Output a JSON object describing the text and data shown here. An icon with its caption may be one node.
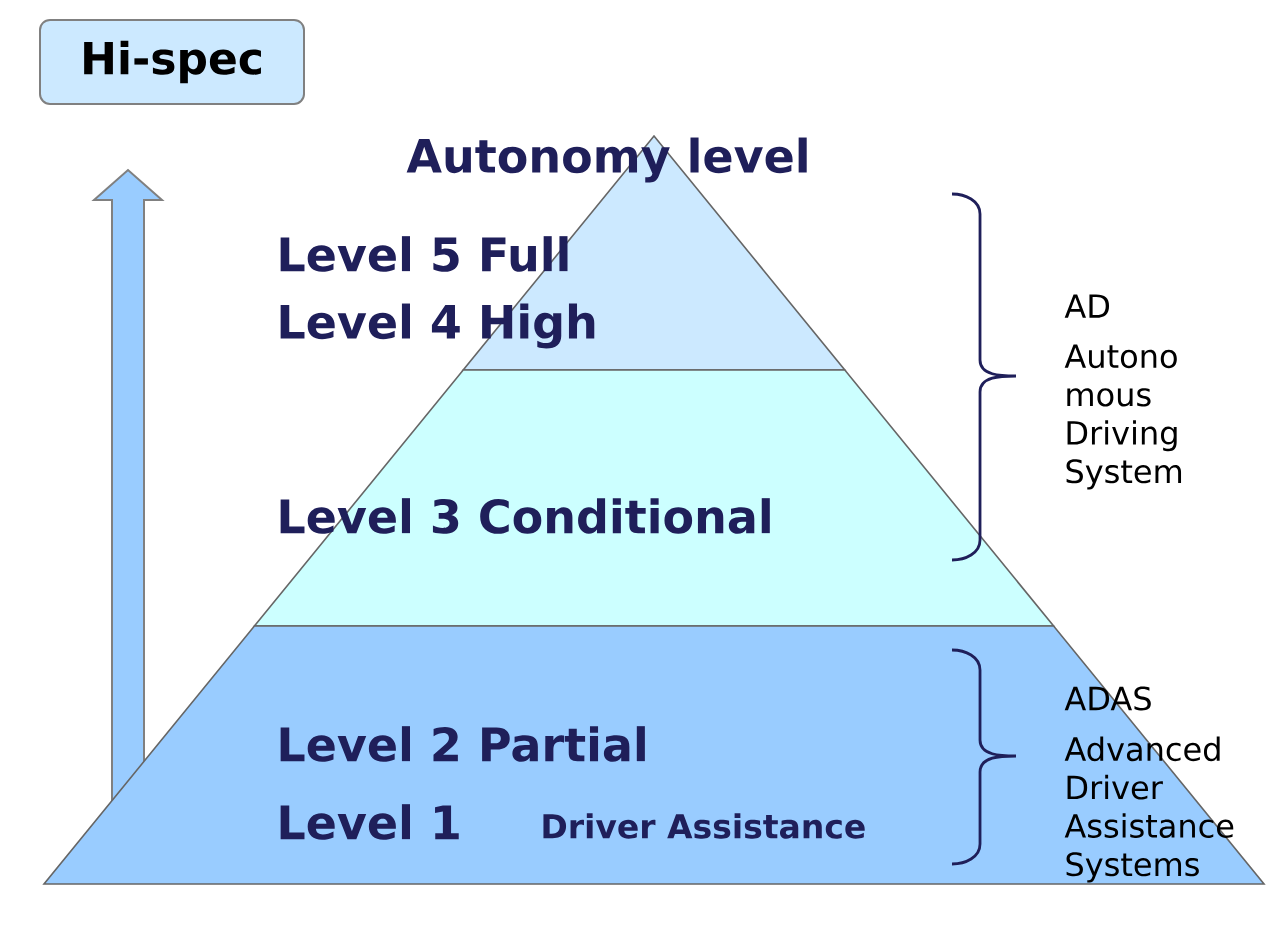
{
  "diagram": {
    "title": "Autonomy level",
    "nodes": [
      {
        "text": [
          "Hi-spec"
        ]
      },
      {
        "text": [
          "Level 5 Full",
          "Level 4 High"
        ]
      },
      {
        "text": [
          "Level 3 Conditional"
        ]
      },
      {
        "text": [
          "Level 2 Partial",
          "Level 1",
          "Driver Assistance"
        ]
      }
    ],
    "labels": [
      "AD",
      "Autono mous Driving System",
      "ADAS",
      "Advanced Driver Assistance Systems"
    ]
  }
}
